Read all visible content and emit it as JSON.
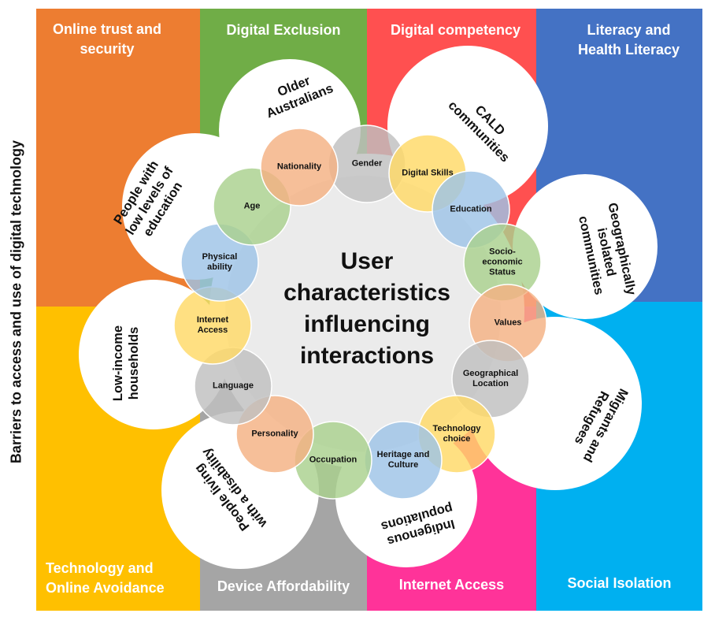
{
  "side_label": "Barriers to access and use of digital technology",
  "center_title": "User\ncharacteristics\ninfluencing\ninteractions",
  "barriers": [
    {
      "label": "Online trust and\nsecurity",
      "color": "#ED7D31"
    },
    {
      "label": "Digital Exclusion",
      "color": "#70AD47"
    },
    {
      "label": "Digital competency",
      "color": "#FF5050"
    },
    {
      "label": "Literacy and\nHealth Literacy",
      "color": "#4472C4"
    },
    {
      "label": "Technology and\nOnline Avoidance",
      "color": "#FFC000"
    },
    {
      "label": "Device Affordability",
      "color": "#A5A5A5"
    },
    {
      "label": "Internet Access",
      "color": "#FF3399"
    },
    {
      "label": "Social Isolation",
      "color": "#00B0F0"
    }
  ],
  "groups": [
    {
      "label": "Older\nAustralians"
    },
    {
      "label": "CALD\ncommunities"
    },
    {
      "label": "Geographically\nisolated\ncommunities"
    },
    {
      "label": "Migrants and\nRefugees"
    },
    {
      "label": "Indigenous\npopulations"
    },
    {
      "label": "People living\nwith a disability"
    },
    {
      "label": "Low-income\nhouseholds"
    },
    {
      "label": "People with\nlow levels of\neducation"
    }
  ],
  "characteristics": [
    {
      "label": "Gender",
      "color": "#BFBFBF"
    },
    {
      "label": "Digital Skills",
      "color": "#FFD966"
    },
    {
      "label": "Education",
      "color": "#9DC3E6"
    },
    {
      "label": "Socio-\neconomic\nStatus",
      "color": "#A9D18E"
    },
    {
      "label": "Values",
      "color": "#F4B183"
    },
    {
      "label": "Geographical\nLocation",
      "color": "#BFBFBF"
    },
    {
      "label": "Technology\nchoice",
      "color": "#FFD966"
    },
    {
      "label": "Heritage and\nCulture",
      "color": "#9DC3E6"
    },
    {
      "label": "Occupation",
      "color": "#A9D18E"
    },
    {
      "label": "Personality",
      "color": "#F4B183"
    },
    {
      "label": "Language",
      "color": "#BFBFBF"
    },
    {
      "label": "Internet\nAccess",
      "color": "#FFD966"
    },
    {
      "label": "Physical\nability",
      "color": "#9DC3E6"
    },
    {
      "label": "Age",
      "color": "#A9D18E"
    },
    {
      "label": "Nationality",
      "color": "#F4B183"
    }
  ]
}
